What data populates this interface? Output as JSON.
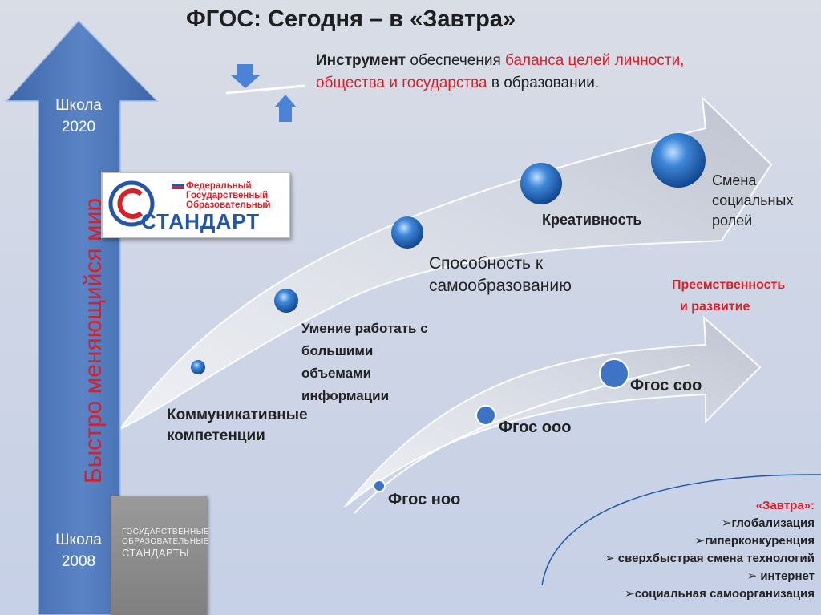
{
  "title": "ФГОС: Сегодня – в «Завтра»",
  "intro": {
    "part1": "Инструмент",
    "part2": " обеспечения ",
    "part3": "баланса целей личности, общества и государства",
    "part4": "  в образовании."
  },
  "school_top": {
    "line1": "Школа",
    "line2": "2020"
  },
  "school_bottom": {
    "line1": "Школа",
    "line2": "2008"
  },
  "vertical_text": "Быстро меняющийся мир",
  "logo": {
    "line1": "Федеральный",
    "line2": "Государственный",
    "line3": "Образовательный",
    "line4": "СТАНДАРТ"
  },
  "upper_steps": {
    "communicative": {
      "line1": "Коммуникативные",
      "line2": "компетенции"
    },
    "info": {
      "line1": "Умение работать с",
      "line2": "большими",
      "line3": "объемами",
      "line4": "информации"
    },
    "self_edu": {
      "line1": "Способность к",
      "line2": "самообразованию"
    },
    "creative": "Креативность",
    "roles": {
      "line1": "Смена",
      "line2": "социальных",
      "line3": "ролей"
    }
  },
  "continuity": {
    "line1": "Преемственность",
    "line2": "и развитие"
  },
  "lower_steps": {
    "noo": "Фгос ноо",
    "ooo": "Фгос ооо",
    "soo": "Фгос соо"
  },
  "tomorrow": {
    "header": "«Завтра»:",
    "items": [
      "глобализация",
      "гиперконкуренция",
      "сверхбыстрая смена технологий",
      "интернет",
      "социальная самоорганизация"
    ]
  },
  "book": {
    "line1": "ГОСУДАРСТВЕННЫЕ",
    "line2": "ОБРАЗОВАТЕЛЬНЫЕ",
    "line3": "СТАНДАРТЫ"
  },
  "colors": {
    "accent_red": "#d8202a",
    "arrow_blue": "#4d75b8",
    "sphere_blue": "#2e6cc0"
  }
}
